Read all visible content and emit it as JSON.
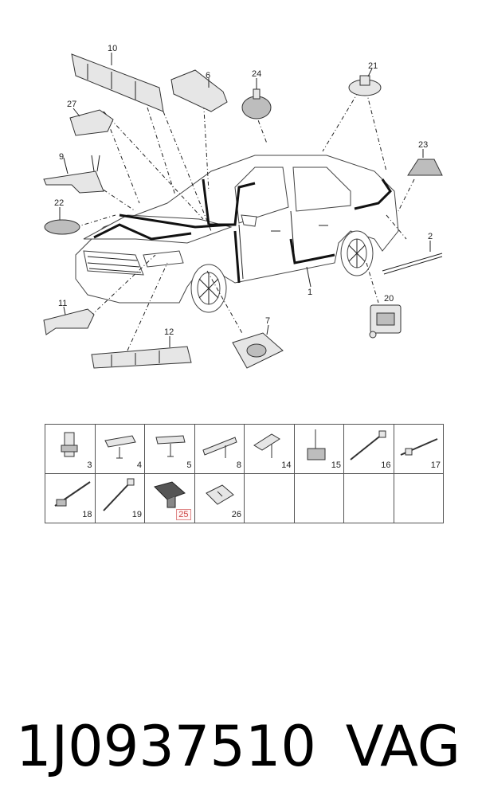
{
  "diagram": {
    "callouts": {
      "c1": "1",
      "c2": "2",
      "c6": "6",
      "c7": "7",
      "c9": "9",
      "c10": "10",
      "c11": "11",
      "c12": "12",
      "c20": "20",
      "c21": "21",
      "c22": "22",
      "c23": "23",
      "c24": "24",
      "c27": "27"
    }
  },
  "parts_grid": {
    "cells": [
      {
        "num": "3"
      },
      {
        "num": "4"
      },
      {
        "num": "5"
      },
      {
        "num": "8"
      },
      {
        "num": "14"
      },
      {
        "num": "15"
      },
      {
        "num": "16"
      },
      {
        "num": "17"
      },
      {
        "num": "18"
      },
      {
        "num": "19"
      },
      {
        "num": "25",
        "highlighted": true
      },
      {
        "num": "26"
      },
      {
        "num": ""
      },
      {
        "num": ""
      },
      {
        "num": ""
      },
      {
        "num": ""
      }
    ]
  },
  "footer": {
    "part_number": "1J0937510",
    "brand": "VAG"
  },
  "colors": {
    "line": "#222222",
    "highlight_border": "#e08a8a"
  }
}
